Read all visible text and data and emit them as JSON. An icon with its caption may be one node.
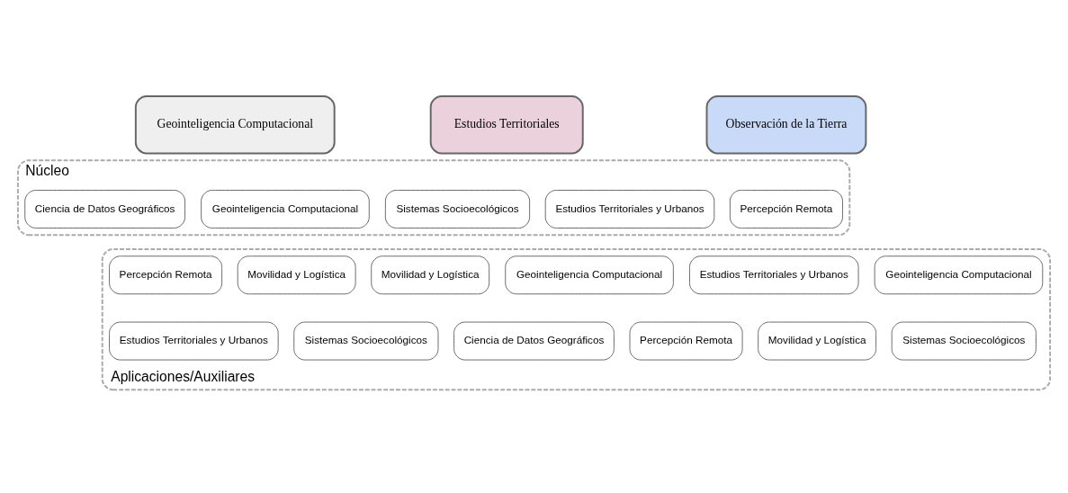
{
  "diagram": {
    "nodes": [
      {
        "text": [
          "Geointeligencia Computacional"
        ]
      },
      {
        "text": [
          "Estudios Territoriales"
        ]
      },
      {
        "text": [
          "Observación de la Tierra"
        ]
      },
      {
        "text": [
          "Núcleo"
        ]
      },
      {
        "text": [
          "Geointeligencia Computacional"
        ],
        "in": 3
      },
      {
        "text": [
          "Ciencia de Datos Geográficos"
        ],
        "in": 3
      },
      {
        "text": [
          "Estudios Territoriales y Urbanos"
        ],
        "in": 3
      },
      {
        "text": [
          "Sistemas Socioecológicos"
        ],
        "in": 3
      },
      {
        "text": [
          "Percepción Remota"
        ],
        "in": 3
      },
      {
        "text": [
          "Aplicaciones/Auxiliares"
        ]
      },
      {
        "text": [
          "Movilidad y Logística"
        ],
        "in": 9
      },
      {
        "text": [
          "Percepción Remota"
        ],
        "in": 9
      },
      {
        "text": [
          "Geointeligencia Computacional"
        ],
        "in": 9
      },
      {
        "text": [
          "Movilidad y Logística"
        ],
        "in": 9
      },
      {
        "text": [
          "Geointeligencia Computacional"
        ],
        "in": 9
      },
      {
        "text": [
          "Estudios Territoriales y Urbanos"
        ],
        "in": 9
      },
      {
        "text": [
          "Sistemas Socioecológicos"
        ],
        "in": 9
      },
      {
        "text": [
          "Estudios Territoriales y Urbanos"
        ],
        "in": 9
      },
      {
        "text": [
          "Percepción Remota"
        ],
        "in": 9
      },
      {
        "text": [
          "Ciencia de Datos Geográficos"
        ],
        "in": 9
      },
      {
        "text": [
          "Sistemas Socioecológicos"
        ],
        "in": 9
      },
      {
        "text": [
          "Movilidad y Logística"
        ],
        "in": 9
      }
    ],
    "edges": []
  }
}
